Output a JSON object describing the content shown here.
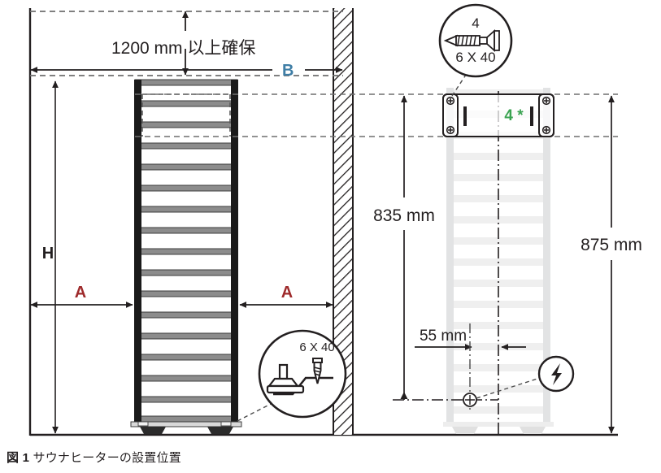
{
  "figure": {
    "caption_number": "図 1",
    "caption_text": "サウナヒーターの設置位置"
  },
  "colors": {
    "dim_red": "#9e2a2b",
    "dim_blue": "#3f7ea6",
    "accent_green": "#3aa351",
    "line_dark": "#231f20",
    "slat_gray": "#8c8c8c",
    "post_black": "#1a1a1a",
    "ghost_gray": "#e6e7e8"
  },
  "left_view": {
    "name": "front-elevation",
    "top_clearance_label": "1200 mm 以上確保",
    "width_label_b": "B",
    "height_label_h": "H",
    "side_label_a_left": "A",
    "side_label_a_right": "A",
    "foot_detail": {
      "screw_spec": "6 X 40"
    }
  },
  "right_view": {
    "name": "side-elevation",
    "bracket_quantity": "4 *",
    "screw_callout": {
      "quantity": "4",
      "spec": "6 X 40"
    },
    "dim_bracket_height": "835 mm",
    "dim_total_height": "875 mm",
    "dim_offset": "55 mm",
    "electrical_symbol": "lightning-bolt"
  },
  "icons": {
    "screw_horizontal": "screw-icon",
    "screw_vertical": "screw-icon",
    "foot_mount": "foot-mount-icon",
    "power": "lightning-bolt-icon"
  }
}
